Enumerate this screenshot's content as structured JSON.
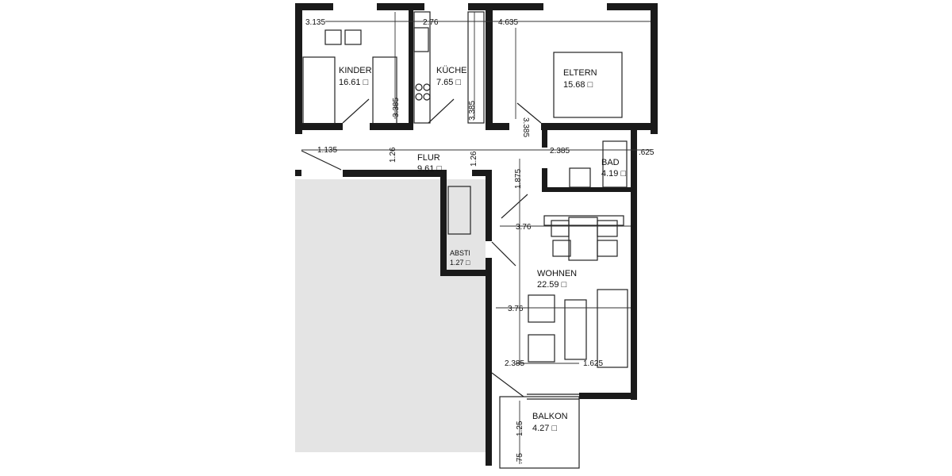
{
  "rooms": {
    "kinder": {
      "name": "KINDER",
      "area": "16.61 □"
    },
    "kueche": {
      "name": "KÜCHE",
      "area": "7.65 □"
    },
    "eltern": {
      "name": "ELTERN",
      "area": "15.68 □"
    },
    "flur": {
      "name": "FLUR",
      "area": "9.61 □"
    },
    "bad": {
      "name": "BAD",
      "area": "4.19 □"
    },
    "abstell": {
      "name": "ABSTl",
      "area": "1.27 □"
    },
    "wohnen": {
      "name": "WOHNEN",
      "area": "22.59 □"
    },
    "balkon": {
      "name": "BALKON",
      "area": "4.27 □"
    }
  },
  "dimensions": {
    "kinder_width": "3.135",
    "kueche_width": "2.76",
    "eltern_width": "4.635",
    "kinder_depth": "3.385",
    "kueche_depth": "3.385",
    "eltern_depth": "3.385",
    "flur_width_1": "1.135",
    "flur_depth_1": "1.26",
    "flur_depth_2": "1.26",
    "bad_width": "2.385",
    "bad_wall": ".625",
    "wohnen_width_1": "3.76",
    "wohnen_width_2": "3.76",
    "wohnen_depth_1": "1.875",
    "wohnen_depth_2": "2.385",
    "wohnen_sofa": "1.625",
    "balkon_depth_1": "1.25",
    "balkon_depth_2": ".75"
  },
  "colors": {
    "walls": "#1a1a1a",
    "blank_area": "#e4e4e4"
  }
}
